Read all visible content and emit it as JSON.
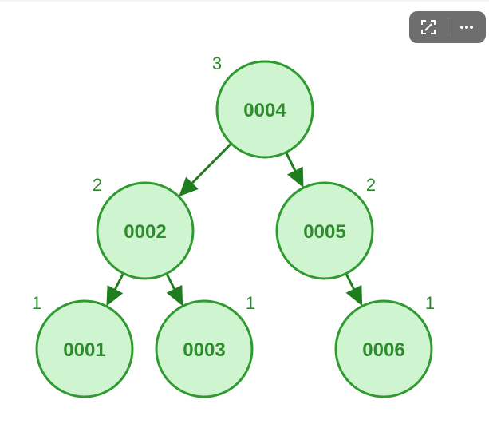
{
  "toolbar": {
    "expand_icon": "expand-icon",
    "more_icon": "more-icon"
  },
  "tree": {
    "nodes": [
      {
        "id": "n4",
        "label": "0004",
        "height": "3"
      },
      {
        "id": "n2",
        "label": "0002",
        "height": "2"
      },
      {
        "id": "n5",
        "label": "0005",
        "height": "2"
      },
      {
        "id": "n1",
        "label": "0001",
        "height": "1"
      },
      {
        "id": "n3",
        "label": "0003",
        "height": "1"
      },
      {
        "id": "n6",
        "label": "0006",
        "height": "1"
      }
    ],
    "edges": [
      {
        "from": "n4",
        "to": "n2"
      },
      {
        "from": "n4",
        "to": "n5"
      },
      {
        "from": "n2",
        "to": "n1"
      },
      {
        "from": "n2",
        "to": "n3"
      },
      {
        "from": "n5",
        "to": "n6"
      }
    ],
    "colors": {
      "node_fill": "#cff5d0",
      "node_stroke": "#2f9a2f",
      "text": "#2e8b2e",
      "edge": "#1f7d1f"
    }
  }
}
